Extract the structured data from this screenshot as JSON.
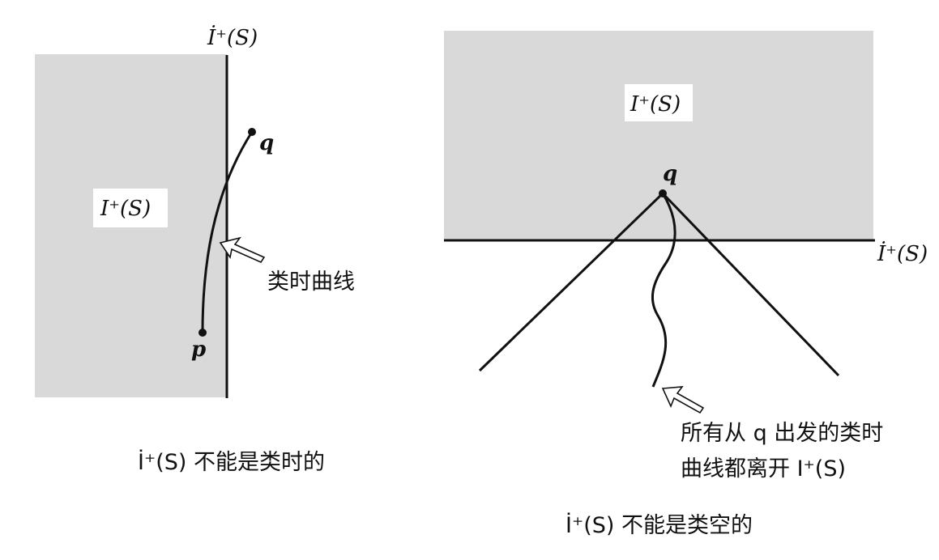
{
  "left_panel": {
    "boundary_label": "İ⁺(S)",
    "region_label": "I⁺(S)",
    "point_q": "q",
    "point_p": "p",
    "curve_annotation": "类时曲线",
    "caption": "İ⁺(S) 不能是类时的"
  },
  "right_panel": {
    "region_label": "I⁺(S)",
    "point_q": "q",
    "boundary_label": "İ⁺(S)",
    "annotation_line1": "所有从 q 出发的类时",
    "annotation_line2": "曲线都离开 I⁺(S)",
    "caption": "İ⁺(S) 不能是类空的"
  },
  "colors": {
    "region_fill": "#d9d9d9",
    "line": "#111111",
    "label_box": "#ffffff"
  }
}
